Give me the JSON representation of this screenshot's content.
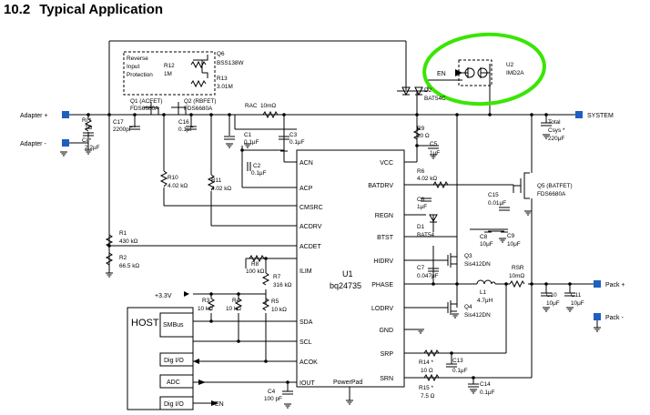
{
  "heading": {
    "number": "10.2",
    "title": "Typical Application"
  },
  "ports": {
    "adapter_plus": "Adapter +",
    "adapter_minus": "Adapter -",
    "system": "SYSTEM",
    "pack_plus": "Pack +",
    "pack_minus": "Pack -",
    "en_out": "EN",
    "en_in": "EN",
    "supply": "+3.3V"
  },
  "ic": {
    "ref": "U1",
    "part": "bq24735",
    "pins_left": [
      "ACN",
      "ACP",
      "CMSRC",
      "ACDRV",
      "ACDET",
      "ILIM",
      "SDA",
      "SCL",
      "ACOK",
      "IOUT"
    ],
    "pins_right": [
      "VCC",
      "BATDRV",
      "REGN",
      "BTST",
      "HIDRV",
      "PHASE",
      "LODRV",
      "GND",
      "SRP",
      "SRN"
    ],
    "powerpad": "PowerPad"
  },
  "host": {
    "title": "HOST",
    "smbus": "SMBus",
    "dig_io_1": "Dig I/O",
    "adc": "ADC",
    "dig_io_2": "Dig I/O"
  },
  "protection": {
    "line1": "Reverse",
    "line2": "Input",
    "line3": "Protection"
  },
  "components": {
    "q6_ref": "Q6",
    "q6_part": "BSS138W",
    "r12_ref": "R12",
    "r12_val": "1M",
    "r13_ref": "R13",
    "r13_val": "3.01M",
    "q1_ref": "Q1 (ACFET)",
    "q1_part": "FDS6680A",
    "q2_ref": "Q2 (RBFET)",
    "q2_part": "FDS6680A",
    "d2_ref": "D2",
    "d2_part": "BAT54C",
    "u2_ref": "U2",
    "u2_part": "IMD2A",
    "ri_ref": "Ri *",
    "ri_val": "2Ω",
    "ci_ref": "Ci *",
    "ci_val": "2.2μF",
    "c17_ref": "C17",
    "c17_val": "2200pF",
    "c16_ref": "C16",
    "c16_val": "0.1μF",
    "rac_ref": "RAC",
    "rac_val": "10mΩ",
    "c1_ref": "C1",
    "c1_val": "0.1μF",
    "c3_ref": "C3",
    "c3_val": "0.1μF",
    "c2_ref": "C2",
    "c2_val": "0.1μF",
    "r9_ref": "R9",
    "r9_val": "10 Ω",
    "c5_ref": "C5",
    "c5_val": "1μF",
    "total_csys_1": "Total",
    "total_csys_2": "Csys *",
    "total_csys_3": "220μF",
    "r10_ref": "R10",
    "r10_val": "4.02 kΩ",
    "r11_ref": "R11",
    "r11_val": "4.02 kΩ",
    "r6_ref": "R6",
    "r6_val": "4.02 kΩ",
    "q5_ref": "Q5 (BATFET)",
    "q5_part": "FDS6680A",
    "c15_ref": "C15",
    "c15_val": "0.01μF",
    "c6_ref": "C6",
    "c6_val": "1μF",
    "d1_ref": "D1",
    "d1_part": "BAT54",
    "c8_ref": "C8",
    "c8_val": "10μF",
    "c9_ref": "C9",
    "c9_val": "10μF",
    "r1_ref": "R1",
    "r1_val": "430 kΩ",
    "r2_ref": "R2",
    "r2_val": "66.5 kΩ",
    "r8_ref": "R8",
    "r8_val": "100 kΩ",
    "r7_ref": "R7",
    "r7_val": "316 kΩ",
    "q3_ref": "Q3",
    "q3_part": "Sis412DN",
    "c7_ref": "C7",
    "c7_val": "0.047μF",
    "rsr_ref": "RSR",
    "rsr_val": "10mΩ",
    "l1_ref": "L1",
    "l1_val": "4.7μH",
    "c10_ref": "C10",
    "c10_val": "10μF",
    "c11_ref": "C11",
    "c11_val": "10μF",
    "r3_ref": "R3",
    "r3_val": "10 kΩ",
    "r4_ref": "R4",
    "r4_val": "10 kΩ",
    "r5_ref": "R5",
    "r5_val": "10 kΩ",
    "q4_ref": "Q4",
    "q4_part": "Sis412DN",
    "r14_ref": "R14 *",
    "r14_val": "10 Ω",
    "c13_ref": "C13",
    "c13_val": "0.1μF",
    "r15_ref": "R15 *",
    "r15_val": "7.5 Ω",
    "c14_ref": "C14",
    "c14_val": "0.1μF",
    "c4_ref": "C4",
    "c4_val": "100 pF"
  },
  "colors": {
    "highlight": "#39e600",
    "connector": "#1f5fbf",
    "line": "#000000"
  }
}
